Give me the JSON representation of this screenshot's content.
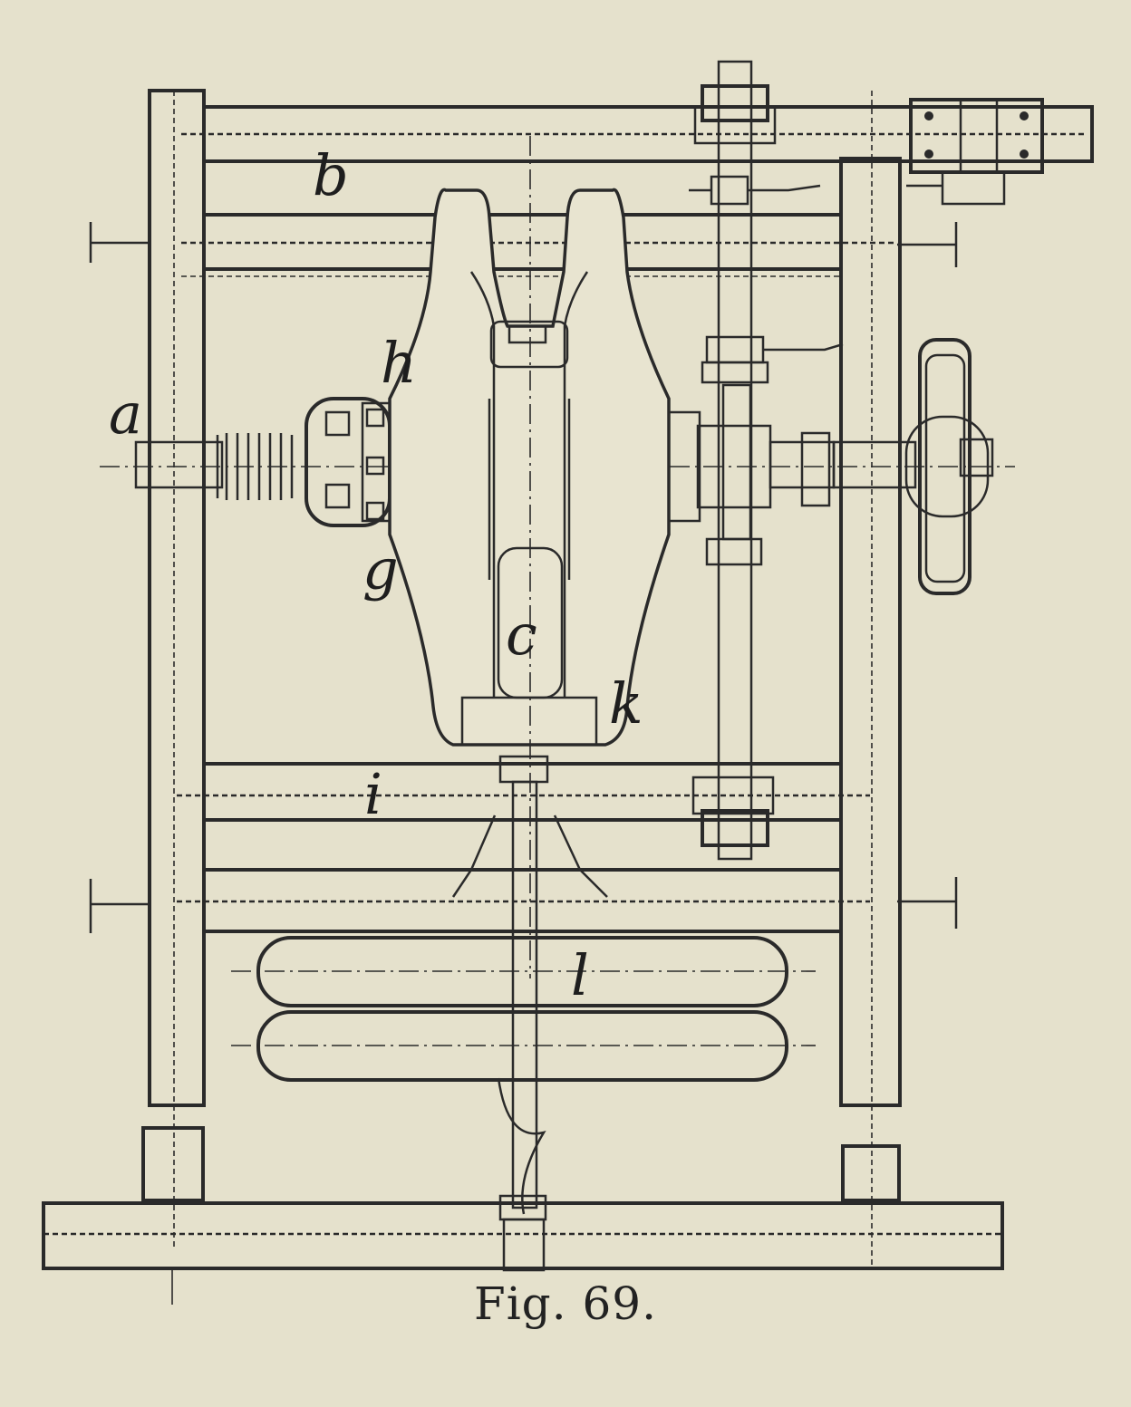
{
  "figure": {
    "caption": "Fig. 69.",
    "subcaption": "",
    "labels": {
      "a": "a",
      "b": "b",
      "c": "c",
      "g": "g",
      "h": "h",
      "i": "i",
      "k": "k",
      "l": "l"
    }
  },
  "colors": {
    "paper": "#e5e1cc",
    "ink": "#2a2a2a"
  }
}
